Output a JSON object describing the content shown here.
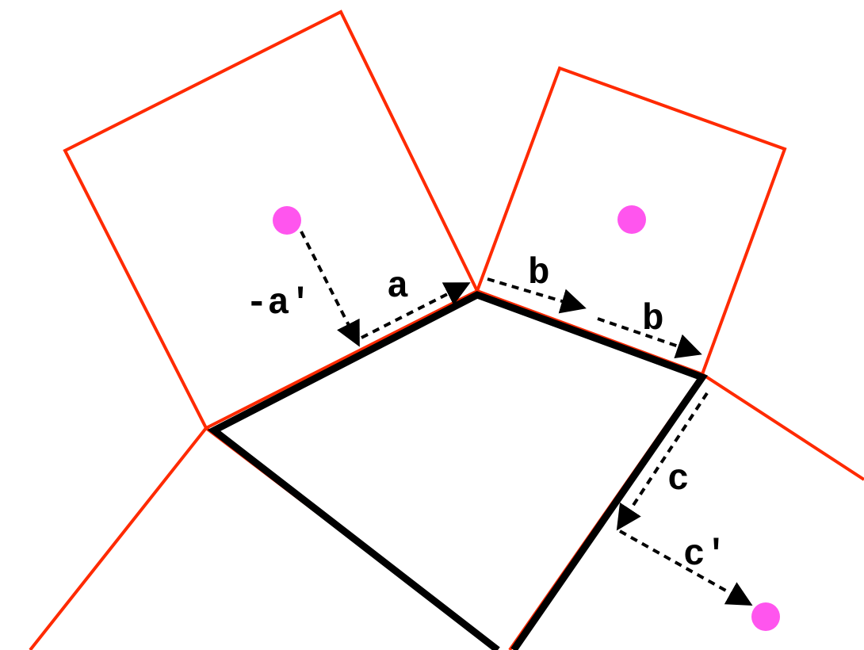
{
  "labels": {
    "neg_a_prime": "-a'",
    "a": "a",
    "b1": "b",
    "b2": "b",
    "c": "c",
    "c_prime": "c'"
  },
  "colors": {
    "square_outline": "#ff2a00",
    "polygon_outline": "#000000",
    "center_point": "#ff55ee",
    "arrow": "#000000",
    "background": "#ffffff"
  }
}
